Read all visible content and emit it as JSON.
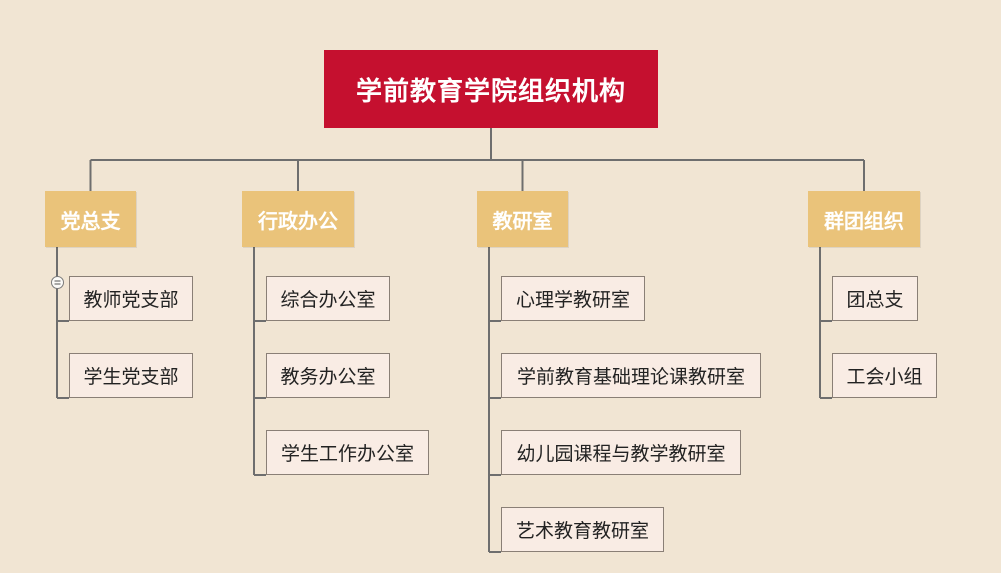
{
  "colors": {
    "background": "#f1e5d3",
    "root_fill": "#c5102f",
    "root_text": "#ffffff",
    "category_fill": "#eac37a",
    "category_text": "#ffffff",
    "leaf_fill": "#f9ece4",
    "leaf_border": "#8a7f76",
    "leaf_text": "#222222",
    "connector": "#6e6e6e"
  },
  "root": {
    "label": "学前教育学院组织机构"
  },
  "categories": [
    {
      "label": "党总支",
      "children": [
        "教师党支部",
        "学生党支部"
      ]
    },
    {
      "label": "行政办公",
      "children": [
        "综合办公室",
        "教务办公室",
        "学生工作办公室"
      ]
    },
    {
      "label": "教研室",
      "children": [
        "心理学教研室",
        "学前教育基础理论课教研室",
        "幼儿园课程与教学教研室",
        "艺术教育教研室"
      ]
    },
    {
      "label": "群团组织",
      "children": [
        "团总支",
        "工会小组"
      ]
    }
  ],
  "icons": {
    "collapse": "collapse-toggle-icon"
  }
}
